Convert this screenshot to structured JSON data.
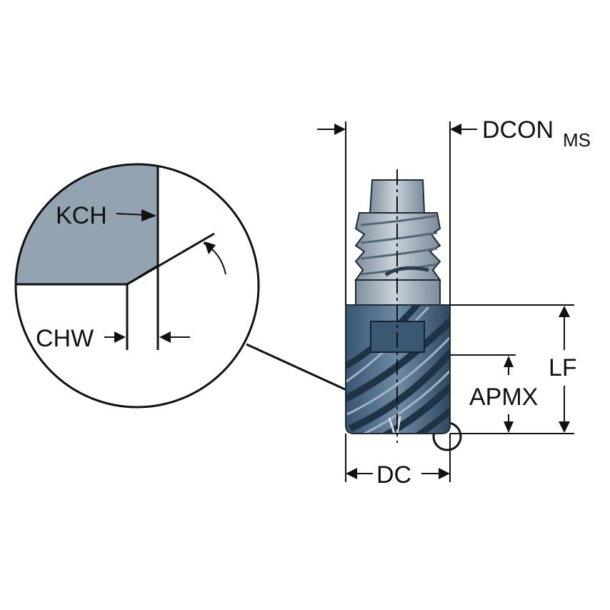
{
  "labels": {
    "dcon": "DCON",
    "dcon_sub": "MS",
    "kch": "KCH",
    "chw": "CHW",
    "lf": "LF",
    "apmx": "APMX",
    "dc": "DC"
  },
  "colors": {
    "chamfer_fill": "#94a3b1",
    "tool_body": "#3c5a76",
    "tool_shank": "#a9b6c2",
    "tool_dark": "#243848",
    "line": "#111111"
  }
}
